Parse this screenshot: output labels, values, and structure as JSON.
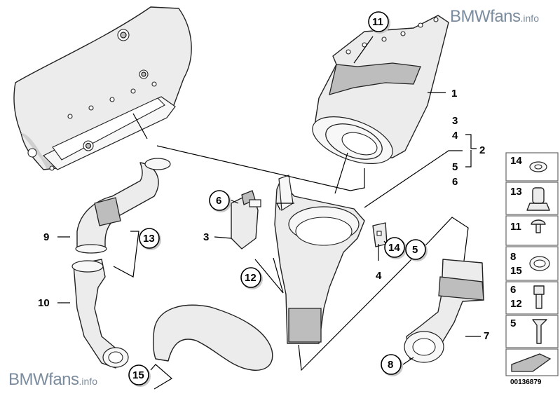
{
  "watermark": {
    "brand": "BMWfans",
    "suffix": ".info"
  },
  "document_number": "00136879",
  "callouts": {
    "c1": "1",
    "c2": "2",
    "c3a": "3",
    "c4a": "4",
    "c5a": "5",
    "c6a": "6",
    "c3b": "3",
    "c4b": "4",
    "c5b": "5",
    "c6b": "6",
    "c7": "7",
    "c8": "8",
    "c9": "9",
    "c10": "10",
    "c11": "11",
    "c12": "12",
    "c13": "13",
    "c14": "14",
    "c15": "15"
  },
  "legend": [
    "14",
    "13",
    "11",
    "8",
    "15",
    "6",
    "12",
    "5"
  ]
}
